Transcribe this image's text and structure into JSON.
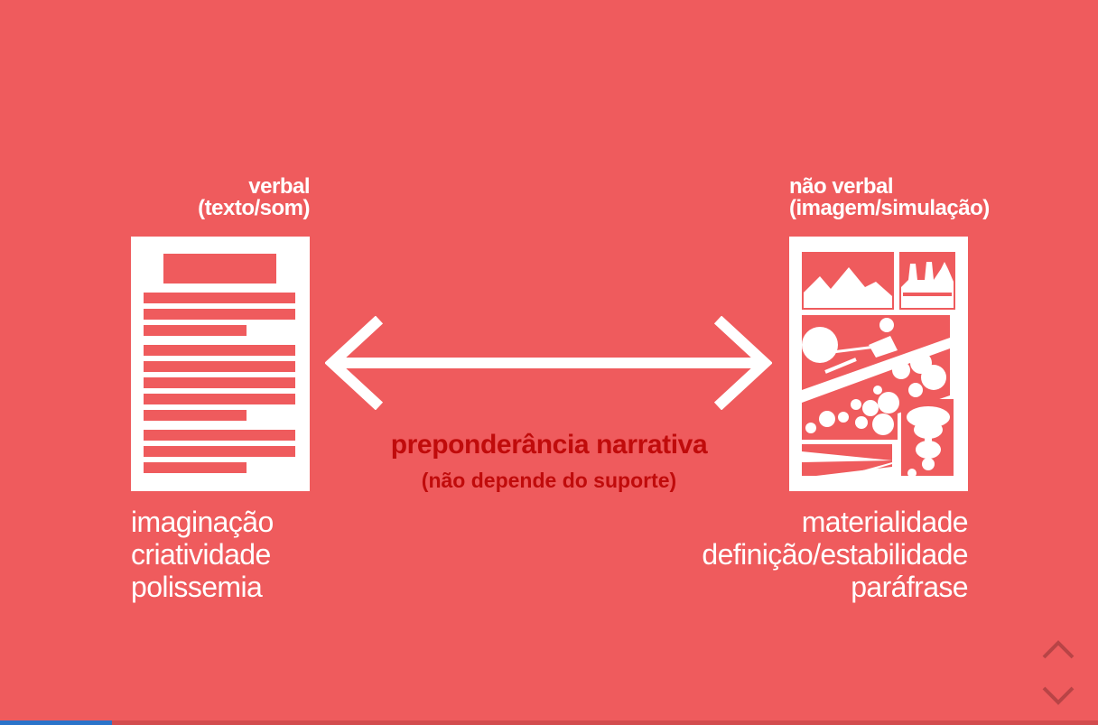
{
  "left": {
    "heading_line1": "verbal",
    "heading_line2": "(texto/som)",
    "icon": "text-document-icon",
    "items": [
      "imaginação",
      "criatividade",
      "polissemia"
    ]
  },
  "right": {
    "heading_line1": "não verbal",
    "heading_line2": "(imagem/simulação)",
    "icon": "image-collage-document-icon",
    "items": [
      "materialidade",
      "definição/estabilidade",
      "paráfrase"
    ]
  },
  "center": {
    "arrow_icon": "double-headed-arrow-icon",
    "title": "preponderância narrativa",
    "subtitle": "(não depende do suporte)"
  },
  "navigation": {
    "up_icon": "chevron-up-icon",
    "down_icon": "chevron-down-icon"
  },
  "progress": {
    "fraction": 0.102
  },
  "colors": {
    "background": "#ef5b5d",
    "accent_text": "#c00b0b",
    "foreground": "#ffffff",
    "progress_fill": "#2a73c9",
    "nav_icon": "#b84446"
  }
}
